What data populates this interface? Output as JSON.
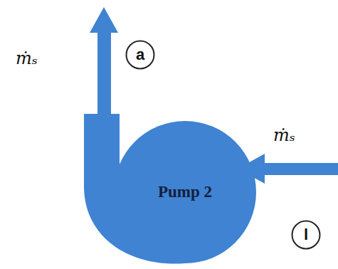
{
  "diagram": {
    "nodes": [
      {
        "text": [
          "Pump 2"
        ]
      },
      {
        "text": [
          "a"
        ]
      },
      {
        "text": [
          "l"
        ]
      }
    ],
    "labels": [
      "ṁₛ",
      "ṁₛ"
    ]
  }
}
